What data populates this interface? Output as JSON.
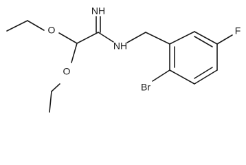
{
  "molecule": {
    "atoms": {
      "imine_nh": "NH",
      "amine_nh": "NH",
      "oxygen_top": "O",
      "oxygen_bottom": "O",
      "fluorine": "F",
      "bromine": "Br"
    },
    "colors": {
      "bond": "#1a1a1a",
      "label": "#1a1a1a",
      "background": "#ffffff"
    }
  }
}
